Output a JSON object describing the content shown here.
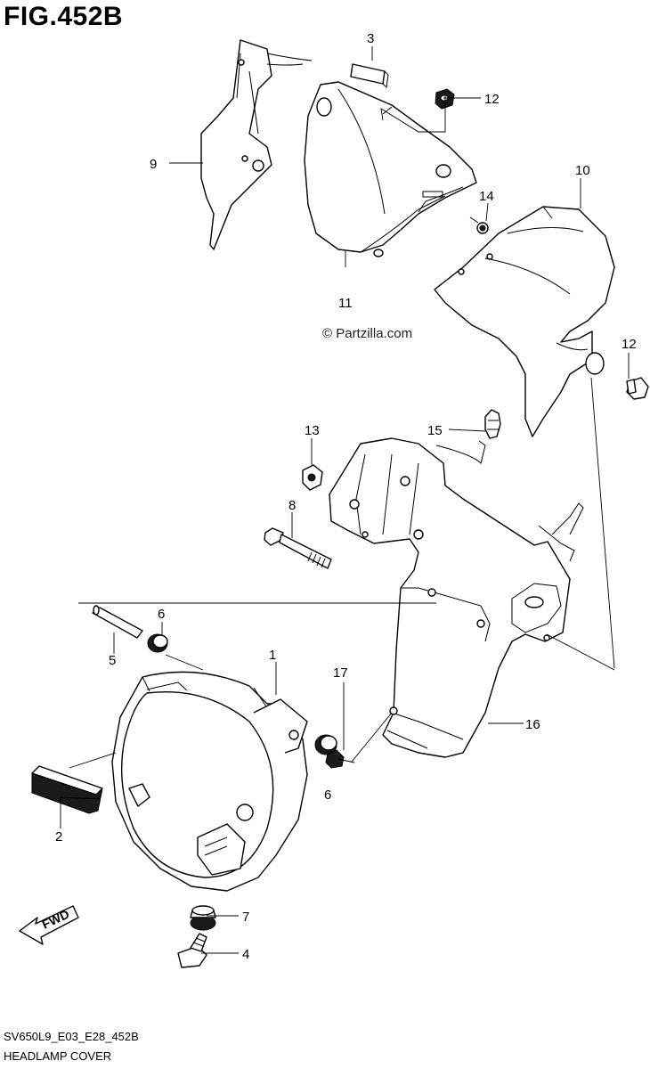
{
  "figure": {
    "title": "FIG.452B",
    "watermark": "© Partzilla.com",
    "code": "SV650L9_E03_E28_452B",
    "caption": "HEADLAMP COVER",
    "fwd_label": "FWD"
  },
  "callouts": [
    {
      "id": "c1",
      "label": "1"
    },
    {
      "id": "c2",
      "label": "2"
    },
    {
      "id": "c3",
      "label": "3"
    },
    {
      "id": "c4",
      "label": "4"
    },
    {
      "id": "c5",
      "label": "5"
    },
    {
      "id": "c6a",
      "label": "6"
    },
    {
      "id": "c6b",
      "label": "6"
    },
    {
      "id": "c7",
      "label": "7"
    },
    {
      "id": "c8",
      "label": "8"
    },
    {
      "id": "c9",
      "label": "9"
    },
    {
      "id": "c10",
      "label": "10"
    },
    {
      "id": "c11",
      "label": "11"
    },
    {
      "id": "c12a",
      "label": "12"
    },
    {
      "id": "c12b",
      "label": "12"
    },
    {
      "id": "c13",
      "label": "13"
    },
    {
      "id": "c14",
      "label": "14"
    },
    {
      "id": "c15",
      "label": "15"
    },
    {
      "id": "c16",
      "label": "16"
    },
    {
      "id": "c17",
      "label": "17"
    }
  ]
}
